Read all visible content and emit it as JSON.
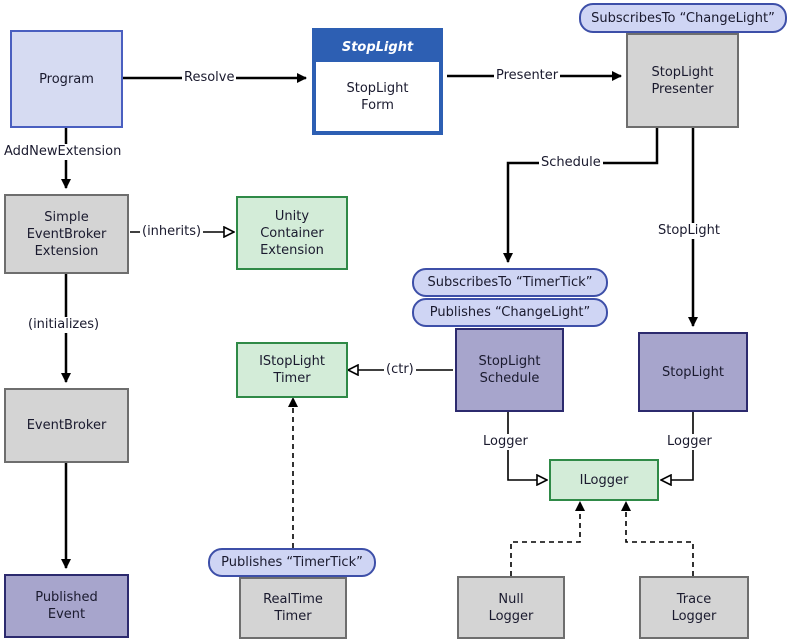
{
  "nodes": {
    "program": "Program",
    "stoplight_form_title": "StopLight",
    "stoplight_form_body": "StopLight\nForm",
    "stoplight_presenter": "StopLight\nPresenter",
    "simple_eventbroker_extension": "Simple\nEventBroker\nExtension",
    "unity_container_extension": "Unity\nContainer\nExtension",
    "eventbroker": "EventBroker",
    "published_event": "Published\nEvent",
    "istoplight_timer": "IStopLight\nTimer",
    "stoplight_schedule": "StopLight\nSchedule",
    "stoplight": "StopLight",
    "ilogger": "ILogger",
    "realtime_timer": "RealTime\nTimer",
    "null_logger": "Null\nLogger",
    "trace_logger": "Trace\nLogger"
  },
  "tags": {
    "presenter_subscribes": "SubscribesTo “ChangeLight”",
    "schedule_subscribes": "SubscribesTo “TimerTick”",
    "schedule_publishes": "Publishes “ChangeLight”",
    "timer_publishes": "Publishes “TimerTick”"
  },
  "edge_labels": {
    "resolve": "Resolve",
    "presenter": "Presenter",
    "add_new_extension": "AddNewExtension",
    "inherits": "(inherits)",
    "initializes": "(initializes)",
    "schedule": "Schedule",
    "stoplight": "StopLight",
    "ctr": "(ctr)",
    "logger_schedule": "Logger",
    "logger_stoplight": "Logger"
  },
  "colors": {
    "blue_fill": "#d6dbf2",
    "gray_fill": "#d4d4d4",
    "green_fill": "#d3ecd8",
    "purple_fill": "#a7a5cc",
    "form_blue": "#2d5fb3",
    "tag_fill": "#cfd5f4"
  }
}
